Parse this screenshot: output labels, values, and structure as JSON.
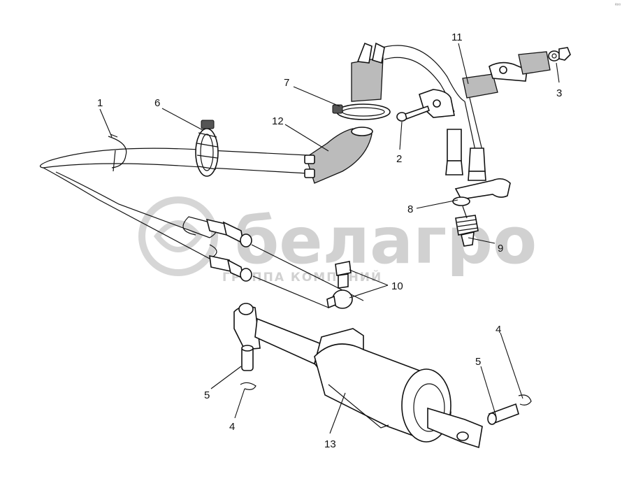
{
  "watermark": {
    "brand": "белагро",
    "tagline": "ГРУППА КОМПАНИЙ"
  },
  "corner_mark": "ª⁰⁰",
  "callouts": {
    "c1": "1",
    "c2": "2",
    "c3": "3",
    "c4a": "4",
    "c4b": "4",
    "c5a": "5",
    "c5b": "5",
    "c6": "6",
    "c7": "7",
    "c8": "8",
    "c9": "9",
    "c10": "10",
    "c11": "11",
    "c12": "12",
    "c13": "13"
  }
}
